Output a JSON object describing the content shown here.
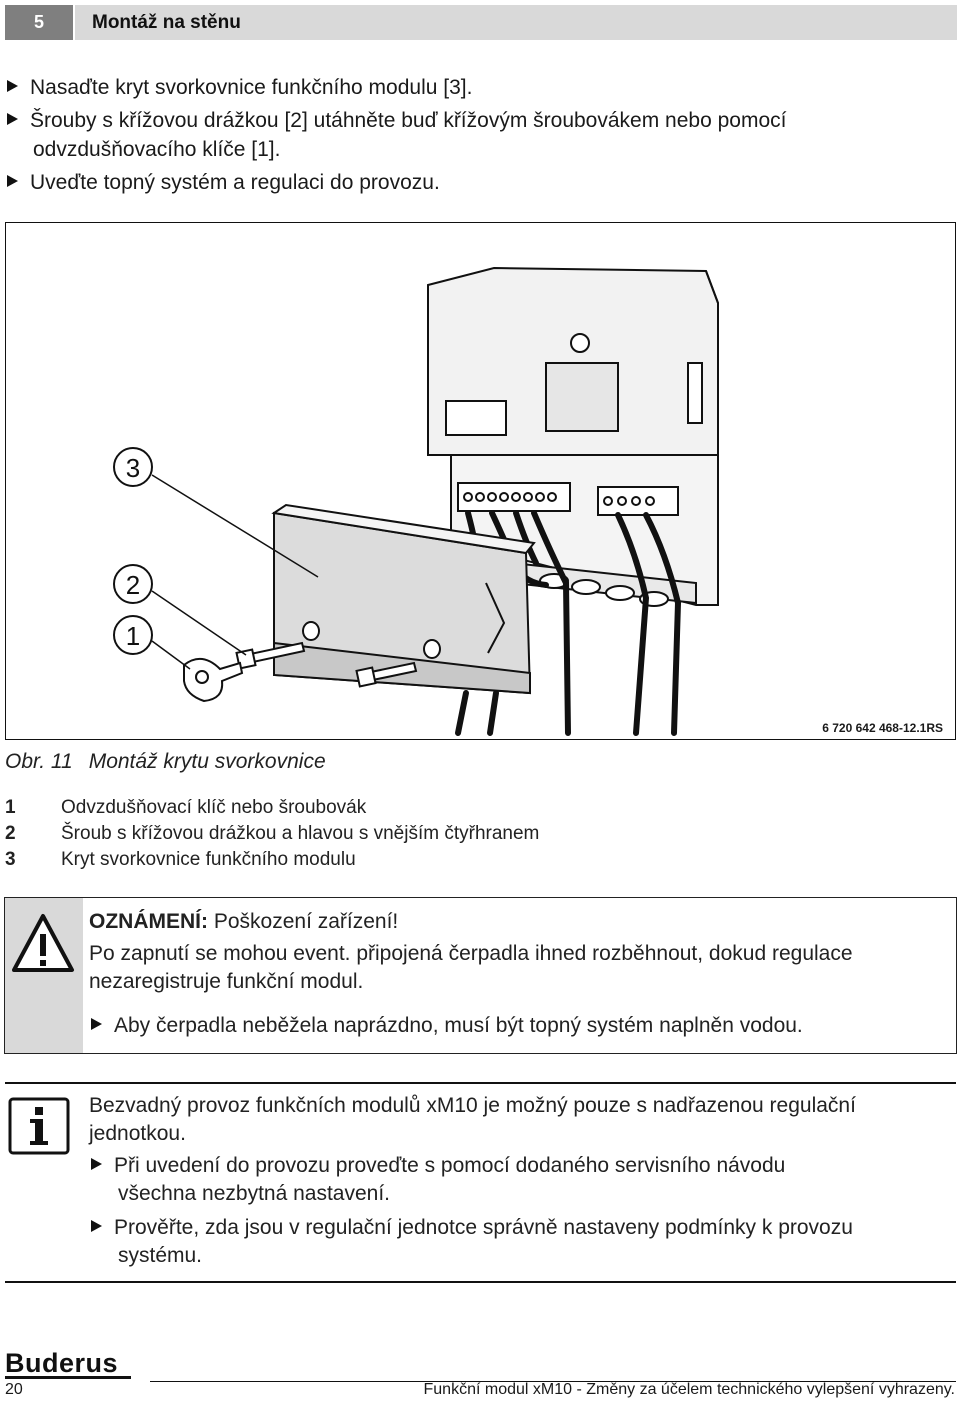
{
  "header": {
    "number": "5",
    "title": "Montáž na stěnu"
  },
  "steps": [
    "Nasaďte kryt svorkovnice funkčního modulu [3].",
    "Šrouby s křížovou drážkou [2] utáhněte buď křížovým šroubovákem nebo pomocí",
    "odvzdušňovacího klíče [1].",
    "Uveďte topný systém a regulaci do provozu."
  ],
  "figure": {
    "callouts": [
      "3",
      "2",
      "1"
    ],
    "code": "6 720 642 468-12.1RS"
  },
  "caption": {
    "prefix": "Obr. 11",
    "text": "Montáž krytu svorkovnice"
  },
  "legend": [
    {
      "num": "1",
      "text": "Odvzdušňovací klíč nebo šroubovák"
    },
    {
      "num": "2",
      "text": "Šroub s křížovou drážkou a hlavou s vnějším čtyřhranem"
    },
    {
      "num": "3",
      "text": "Kryt svorkovnice funkčního modulu"
    }
  ],
  "notice": {
    "label": "OZNÁMENÍ:",
    "headline": "Poškození zařízení!",
    "line1": "Po zapnutí se mohou event. připojená čerpadla ihned rozběhnout, dokud regulace",
    "line2": "nezaregistruje funkční modul.",
    "bullet": "Aby čerpadla neběžela naprázdno, musí být topný systém naplněn vodou.",
    "icon": "warning-icon"
  },
  "info": {
    "icon": "info-icon",
    "line1": "Bezvadný provoz funkčních modulů xM10 je možný pouze s nadřazenou regulační",
    "line2": "jednotkou.",
    "bullet1_line1": "Při uvedení do provozu proveďte s pomocí dodaného servisního návodu",
    "bullet1_line2": "všechna nezbytná nastavení.",
    "bullet2_line1": "Prověřte, zda jsou v regulační jednotce správně nastaveny podmínky k provozu",
    "bullet2_line2": "systému."
  },
  "footer": {
    "brand": "Buderus",
    "page": "20",
    "text": "Funkční modul xM10 - Změny za účelem technického vylepšení vyhrazeny."
  }
}
